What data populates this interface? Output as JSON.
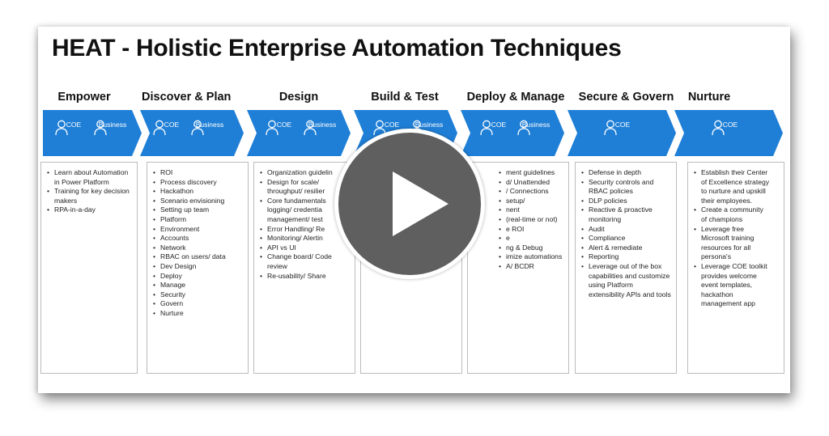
{
  "title": "HEAT - Holistic Enterprise Automation Techniques",
  "accent_color": "#1f7fd6",
  "stages": [
    {
      "name": "Empower",
      "roles": [
        "COE",
        "Business"
      ],
      "items": [
        "Learn about Automation\nin Power Platform",
        "Training for key decision\nmakers",
        "RPA-in-a-day"
      ]
    },
    {
      "name": "Discover & Plan",
      "roles": [
        "COE",
        "Business"
      ],
      "items": [
        "ROI",
        "Process discovery",
        "Hackathon",
        "Scenario envisioning",
        "Setting up team",
        "Platform",
        "Environment",
        "Accounts",
        "Network",
        "RBAC on users/ data",
        "Dev Design",
        "Deploy",
        "Manage",
        "Security",
        "Govern",
        "Nurture"
      ]
    },
    {
      "name": "Design",
      "roles": [
        "COE",
        "Business"
      ],
      "items": [
        "Organization guidelin",
        "Design for scale/\nthroughput/ resilier",
        "Core fundamentals\nlogging/ credentia\nmanagement/ test",
        "Error Handling/ Re",
        "Monitoring/ Alertin",
        "API vs UI",
        "Change board/ Code\nreview",
        "Re-usability/ Share"
      ]
    },
    {
      "name": "Build & Test",
      "roles": [
        "COE",
        "Business"
      ],
      "items": []
    },
    {
      "name": "Deploy & Manage",
      "roles": [
        "COE",
        "Business"
      ],
      "items": [
        "ment guidelines",
        "d/ Unattended",
        "/ Connections",
        "setup/",
        "nent",
        "(real-time or not)",
        "e ROI",
        "e",
        "ng & Debug",
        "imize automations",
        "A/ BCDR"
      ]
    },
    {
      "name": "Secure & Govern",
      "roles": [
        "COE"
      ],
      "items": [
        "Defense in depth",
        "Security controls and\nRBAC policies",
        "DLP policies",
        "Reactive & proactive\nmonitoring",
        "Audit",
        "Compliance",
        "Alert & remediate",
        "Reporting",
        "Leverage out of the box\ncapabilities and customize\nusing Platform\nextensibility APIs and tools"
      ]
    },
    {
      "name": "Nurture",
      "roles": [
        "COE"
      ],
      "items": [
        "Establish their Center\nof Excellence strategy\nto nurture and upskill\ntheir employees.",
        "Create a community\nof champions",
        "Leverage free\nMicrosoft training\nresources for all\npersona's",
        "Leverage COE toolkit\nprovides welcome\nevent templates,\nhackathon\nmanagement app"
      ]
    }
  ],
  "play_button": {
    "icon": "play-icon"
  }
}
